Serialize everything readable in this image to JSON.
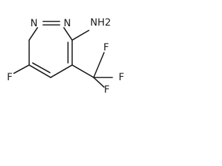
{
  "molecule": {
    "atoms": {
      "n_top_left": "N",
      "n_top_right": "N",
      "amine": "NH2",
      "fluoro_ring": "F",
      "cf3_fluorine_top": "F",
      "cf3_fluorine_right": "F",
      "cf3_fluorine_bottom": "F"
    }
  }
}
